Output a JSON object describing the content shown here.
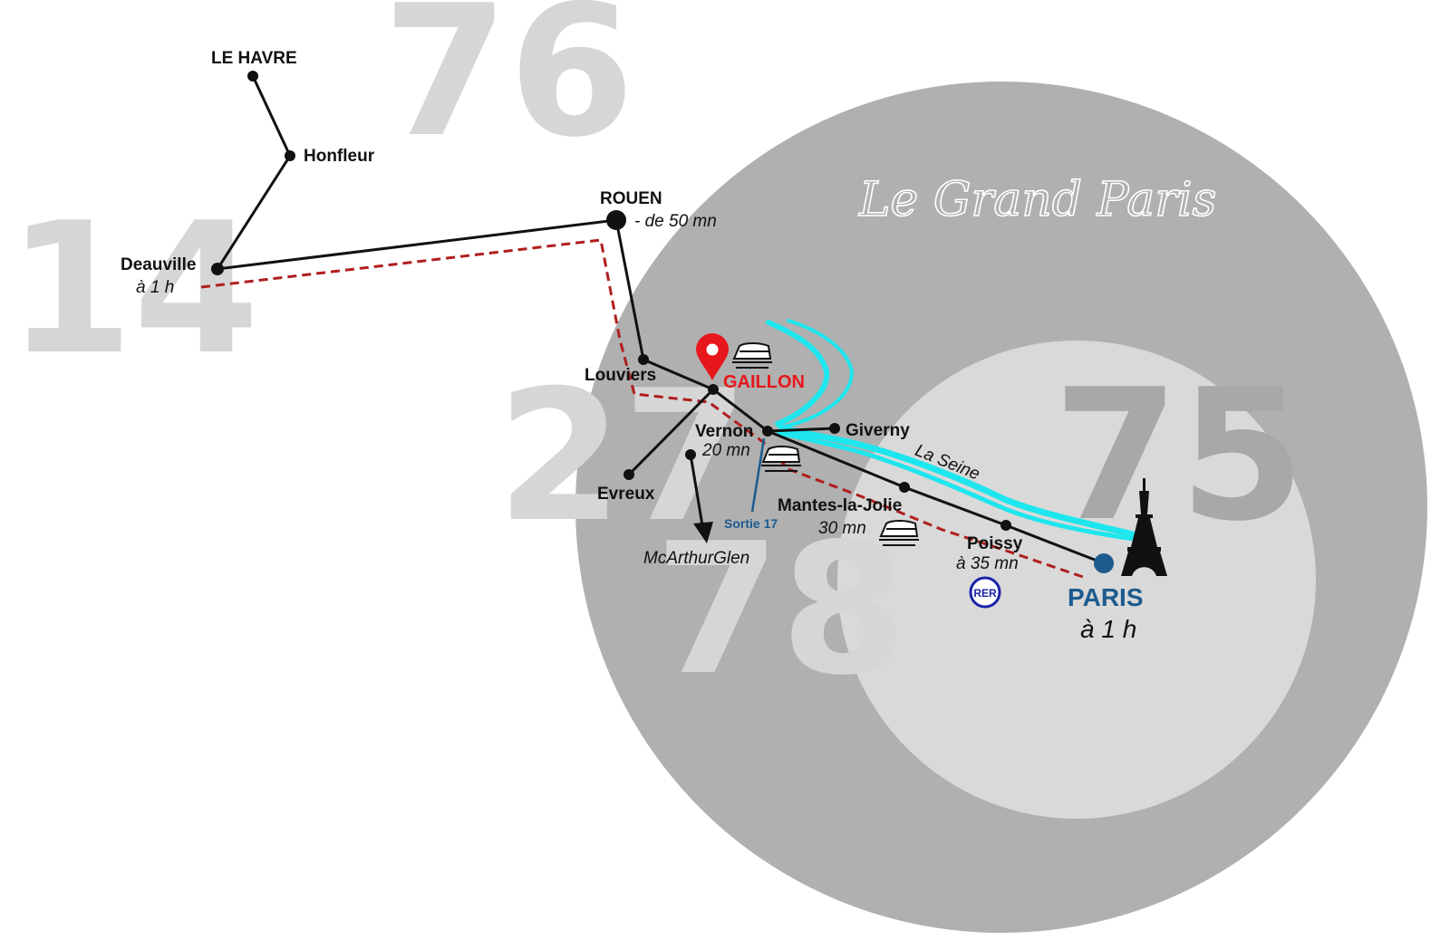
{
  "departments": {
    "d76": "76",
    "d14": "14",
    "d27": "27",
    "d78": "78",
    "d75": "75"
  },
  "region_label": "Le Grand Paris",
  "cities": {
    "le_havre": "LE HAVRE",
    "honfleur": "Honfleur",
    "rouen": "ROUEN",
    "rouen_time": "- de 50 mn",
    "deauville": "Deauville",
    "deauville_time": "à 1 h",
    "louviers": "Louviers",
    "gaillon": "GAILLON",
    "vernon": "Vernon",
    "vernon_time": "20 mn",
    "giverny": "Giverny",
    "evreux": "Evreux",
    "sortie": "Sortie 17",
    "mcarthur": "McArthurGlen",
    "mantes": "Mantes-la-Jolie",
    "mantes_time": "30 mn",
    "poissy": "Poissy",
    "poissy_time": "à 35 mn",
    "rer": "RER",
    "paris": "PARIS",
    "paris_time": "à 1 h"
  },
  "river_label": "La Seine",
  "icons": [
    "map-pin-icon",
    "train-icon",
    "eiffel-tower-icon",
    "rer-badge-icon",
    "arrow-down-icon"
  ],
  "colors": {
    "outer_circle": "#b0b0b0",
    "inner_circle": "#d9d9d9",
    "dept_light": "#d6d6d6",
    "dept_dark": "#a8a8a8",
    "road": "#111111",
    "rail_dashed": "#b01e1e",
    "river": "#1ee6ee",
    "gaillon": "#e8171b",
    "paris": "#1d5b8f",
    "rer": "#1a23a8"
  }
}
